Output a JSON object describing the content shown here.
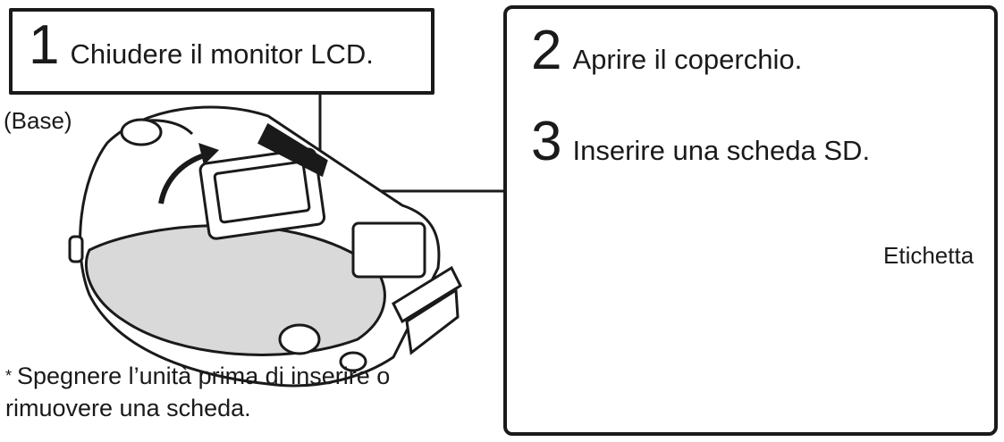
{
  "steps": [
    {
      "number": "1",
      "text": "Chiudere il monitor LCD."
    },
    {
      "number": "2",
      "text": "Aprire il coperchio."
    },
    {
      "number": "3",
      "text": "Inserire una scheda SD."
    }
  ],
  "labels": {
    "base": "(Base)",
    "label": "Etichetta"
  },
  "note": {
    "marker": "*",
    "line1": "Spegnere l’unità prima di inserire o",
    "line2": "rimuovere una scheda."
  },
  "icons": [
    "camcorder-base-illustration",
    "camcorder-card-slot-illustration",
    "sd-card-icon",
    "insert-arrow-icon",
    "open-cover-arrow-icon"
  ],
  "colors": {
    "line": "#1a1a1a",
    "fill": "#ffffff",
    "shade": "#d9d9d9"
  }
}
